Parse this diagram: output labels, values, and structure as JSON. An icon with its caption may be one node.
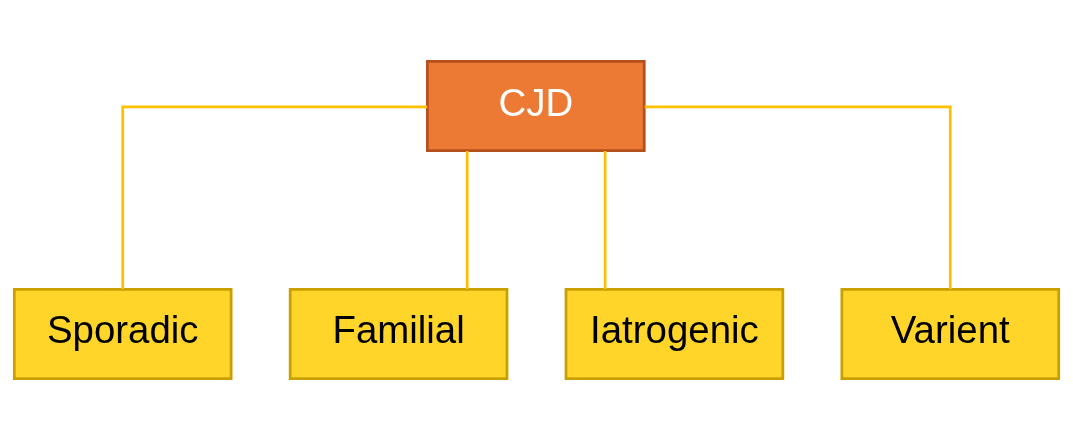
{
  "diagram": {
    "nodes": [
      {
        "text": [
          "CJD"
        ]
      },
      {
        "text": [
          "Sporadic"
        ]
      },
      {
        "text": [
          "Familial"
        ]
      },
      {
        "text": [
          "Iatrogenic"
        ]
      },
      {
        "text": [
          "Varient"
        ]
      }
    ],
    "edges": [
      {
        "from": 0,
        "to": 1,
        "arrow": "none"
      },
      {
        "from": 0,
        "to": 2,
        "arrow": "none"
      },
      {
        "from": 0,
        "to": 3,
        "arrow": "none"
      },
      {
        "from": 0,
        "to": 4,
        "arrow": "none"
      }
    ]
  }
}
